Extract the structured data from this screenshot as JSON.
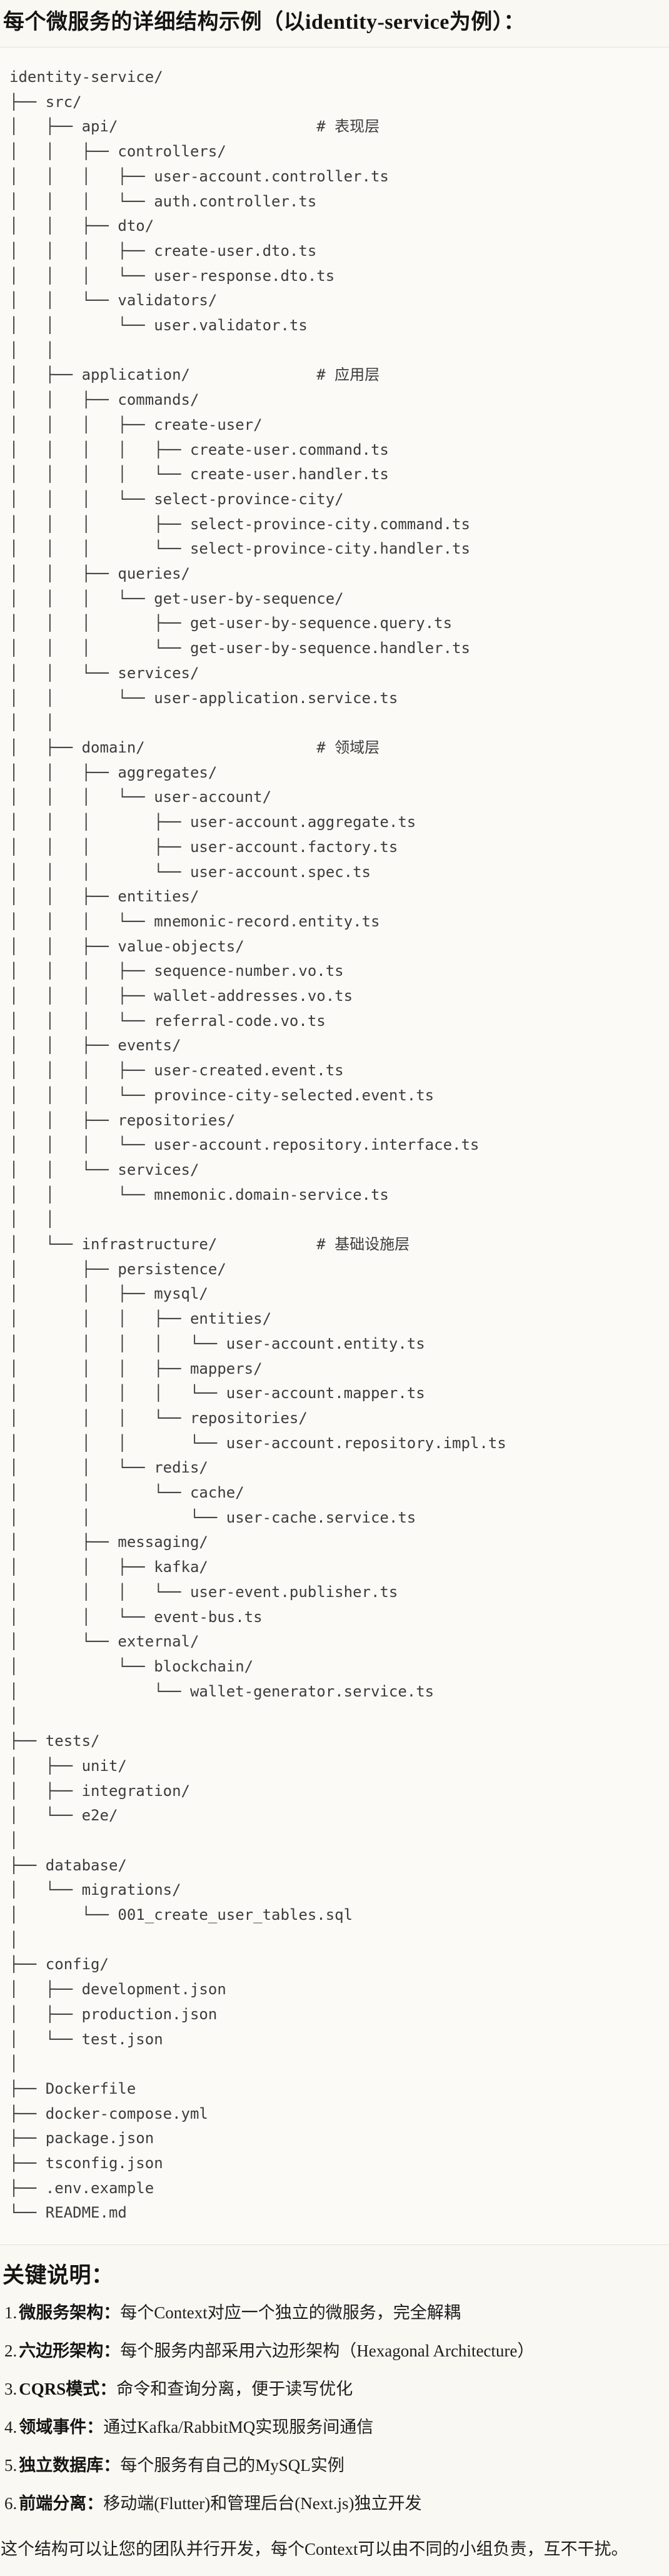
{
  "colors": {
    "page_bg": "#F9F8F3",
    "code_bg": "#FBFAF7",
    "code_border": "#E4E2DB",
    "code_text": "#3C3C3C",
    "heading_text": "#151413"
  },
  "header": {
    "title": "每个微服务的详细结构示例（以identity-service为例）："
  },
  "tree": {
    "lines": [
      "identity-service/",
      "├── src/",
      "│   ├── api/                      # 表现层",
      "│   │   ├── controllers/",
      "│   │   │   ├── user-account.controller.ts",
      "│   │   │   └── auth.controller.ts",
      "│   │   ├── dto/",
      "│   │   │   ├── create-user.dto.ts",
      "│   │   │   └── user-response.dto.ts",
      "│   │   └── validators/",
      "│   │       └── user.validator.ts",
      "│   │",
      "│   ├── application/              # 应用层",
      "│   │   ├── commands/",
      "│   │   │   ├── create-user/",
      "│   │   │   │   ├── create-user.command.ts",
      "│   │   │   │   └── create-user.handler.ts",
      "│   │   │   └── select-province-city/",
      "│   │   │       ├── select-province-city.command.ts",
      "│   │   │       └── select-province-city.handler.ts",
      "│   │   ├── queries/",
      "│   │   │   └── get-user-by-sequence/",
      "│   │   │       ├── get-user-by-sequence.query.ts",
      "│   │   │       └── get-user-by-sequence.handler.ts",
      "│   │   └── services/",
      "│   │       └── user-application.service.ts",
      "│   │",
      "│   ├── domain/                   # 领域层",
      "│   │   ├── aggregates/",
      "│   │   │   └── user-account/",
      "│   │   │       ├── user-account.aggregate.ts",
      "│   │   │       ├── user-account.factory.ts",
      "│   │   │       └── user-account.spec.ts",
      "│   │   ├── entities/",
      "│   │   │   └── mnemonic-record.entity.ts",
      "│   │   ├── value-objects/",
      "│   │   │   ├── sequence-number.vo.ts",
      "│   │   │   ├── wallet-addresses.vo.ts",
      "│   │   │   └── referral-code.vo.ts",
      "│   │   ├── events/",
      "│   │   │   ├── user-created.event.ts",
      "│   │   │   └── province-city-selected.event.ts",
      "│   │   ├── repositories/",
      "│   │   │   └── user-account.repository.interface.ts",
      "│   │   └── services/",
      "│   │       └── mnemonic.domain-service.ts",
      "│   │",
      "│   └── infrastructure/           # 基础设施层",
      "│       ├── persistence/",
      "│       │   ├── mysql/",
      "│       │   │   ├── entities/",
      "│       │   │   │   └── user-account.entity.ts",
      "│       │   │   ├── mappers/",
      "│       │   │   │   └── user-account.mapper.ts",
      "│       │   │   └── repositories/",
      "│       │   │       └── user-account.repository.impl.ts",
      "│       │   └── redis/",
      "│       │       └── cache/",
      "│       │           └── user-cache.service.ts",
      "│       ├── messaging/",
      "│       │   ├── kafka/",
      "│       │   │   └── user-event.publisher.ts",
      "│       │   └── event-bus.ts",
      "│       └── external/",
      "│           └── blockchain/",
      "│               └── wallet-generator.service.ts",
      "│",
      "├── tests/",
      "│   ├── unit/",
      "│   ├── integration/",
      "│   └── e2e/",
      "│",
      "├── database/",
      "│   └── migrations/",
      "│       └── 001_create_user_tables.sql",
      "│",
      "├── config/",
      "│   ├── development.json",
      "│   ├── production.json",
      "│   └── test.json",
      "│",
      "├── Dockerfile",
      "├── docker-compose.yml",
      "├── package.json",
      "├── tsconfig.json",
      "├── .env.example",
      "└── README.md"
    ]
  },
  "notes": {
    "heading": "关键说明：",
    "items": [
      {
        "num": "1.",
        "label": "微服务架构：",
        "text": "每个Context对应一个独立的微服务，完全解耦"
      },
      {
        "num": "2.",
        "label": "六边形架构：",
        "text": "每个服务内部采用六边形架构（Hexagonal Architecture）"
      },
      {
        "num": "3.",
        "label": "CQRS模式：",
        "text": "命令和查询分离，便于读写优化"
      },
      {
        "num": "4.",
        "label": "领域事件：",
        "text": "通过Kafka/RabbitMQ实现服务间通信"
      },
      {
        "num": "5.",
        "label": "独立数据库：",
        "text": "每个服务有自己的MySQL实例"
      },
      {
        "num": "6.",
        "label": "前端分离：",
        "text": "移动端(Flutter)和管理后台(Next.js)独立开发"
      }
    ]
  },
  "footer": {
    "text": "这个结构可以让您的团队并行开发，每个Context可以由不同的小组负责，互不干扰。"
  }
}
